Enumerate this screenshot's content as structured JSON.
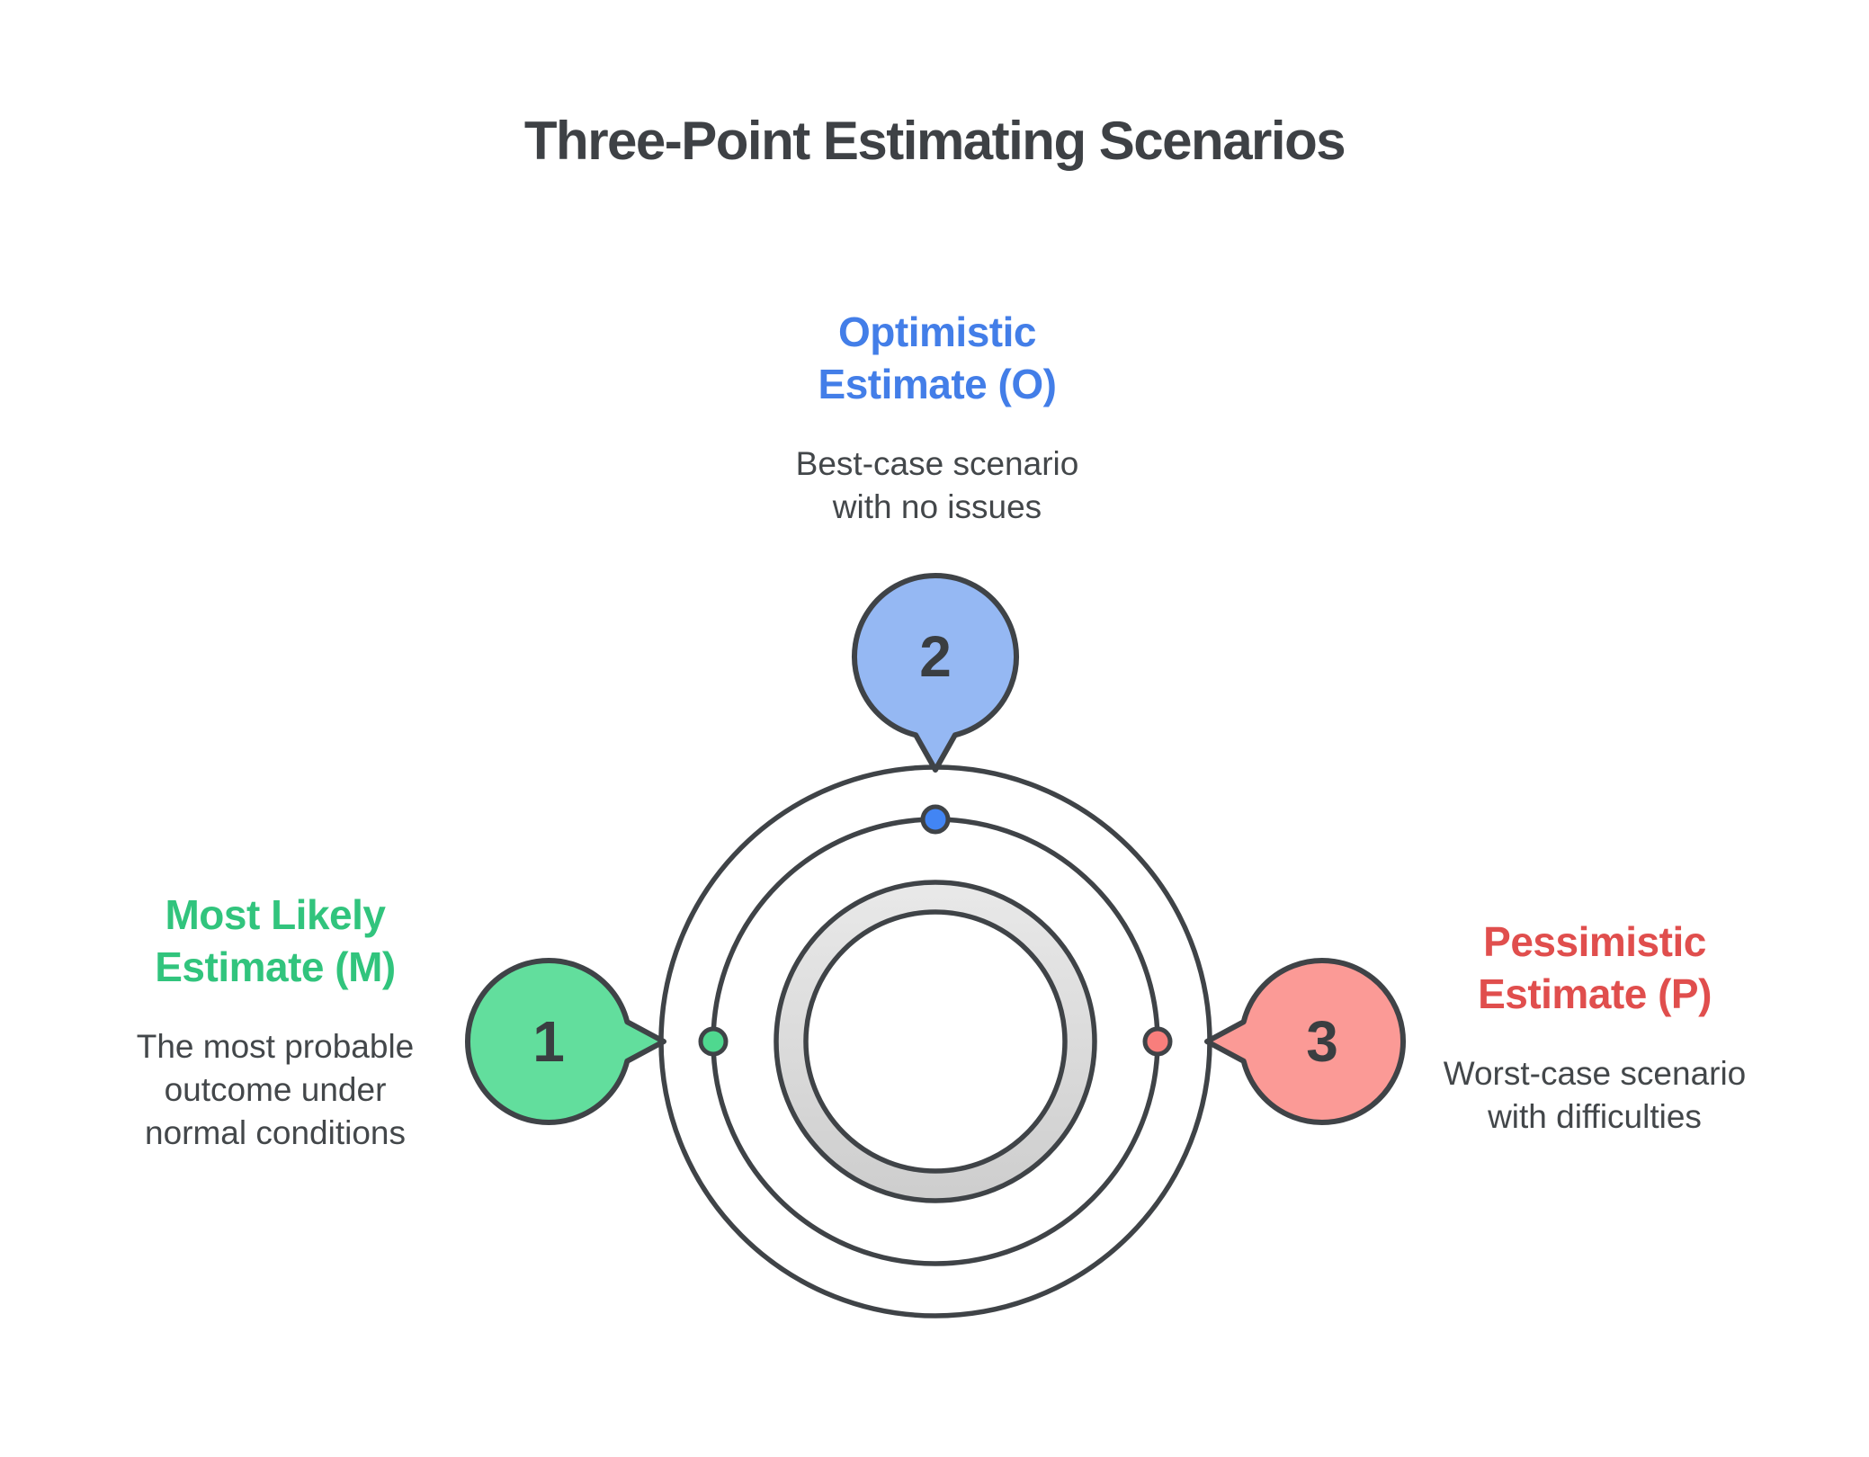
{
  "title": {
    "text": "Three-Point Estimating Scenarios",
    "color": "#3E4145"
  },
  "scenarios": [
    {
      "id": "most-likely",
      "number": "1",
      "heading": "Most Likely\nEstimate (M)",
      "description": "The most probable\noutcome under\nnormal conditions",
      "accent_color": "#31C47D",
      "bubble_gradient": [
        "#62DE9D",
        "#3ACB82"
      ],
      "dot_color": "#4FD88F"
    },
    {
      "id": "optimistic",
      "number": "2",
      "heading": "Optimistic\nEstimate (O)",
      "description": "Best-case scenario\nwith no issues",
      "accent_color": "#437EE8",
      "bubble_gradient": [
        "#95B8F3",
        "#4D85EC"
      ],
      "dot_color": "#4285F4"
    },
    {
      "id": "pessimistic",
      "number": "3",
      "heading": "Pessimistic\nEstimate (P)",
      "description": "Worst-case scenario\nwith difficulties",
      "accent_color": "#E04E4D",
      "bubble_gradient": [
        "#FB9A96",
        "#F76C6B"
      ],
      "dot_color": "#F87E7C"
    }
  ],
  "diagram": {
    "outline_color": "#3F4347",
    "ring_fill": "#FFFFFF",
    "donut_fill_top": "#E9E9E9",
    "donut_fill_bottom": "#CDCDCD",
    "number_color": "#3A3E41",
    "description_color": "#43474A"
  }
}
